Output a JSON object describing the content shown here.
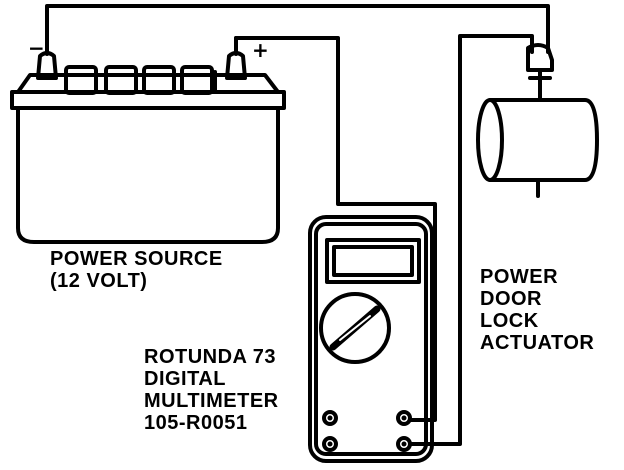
{
  "labels": {
    "power_source_line1": "POWER SOURCE",
    "power_source_line2": "(12 VOLT)",
    "actuator_line1": "POWER",
    "actuator_line2": "DOOR",
    "actuator_line3": "LOCK",
    "actuator_line4": "ACTUATOR",
    "meter_line1": "ROTUNDA 73",
    "meter_line2": "DIGITAL",
    "meter_line3": "MULTIMETER",
    "meter_line4": "105-R0051",
    "negative_symbol": "−",
    "positive_symbol": "+"
  },
  "colors": {
    "ink": "#000000",
    "paper": "#ffffff"
  }
}
